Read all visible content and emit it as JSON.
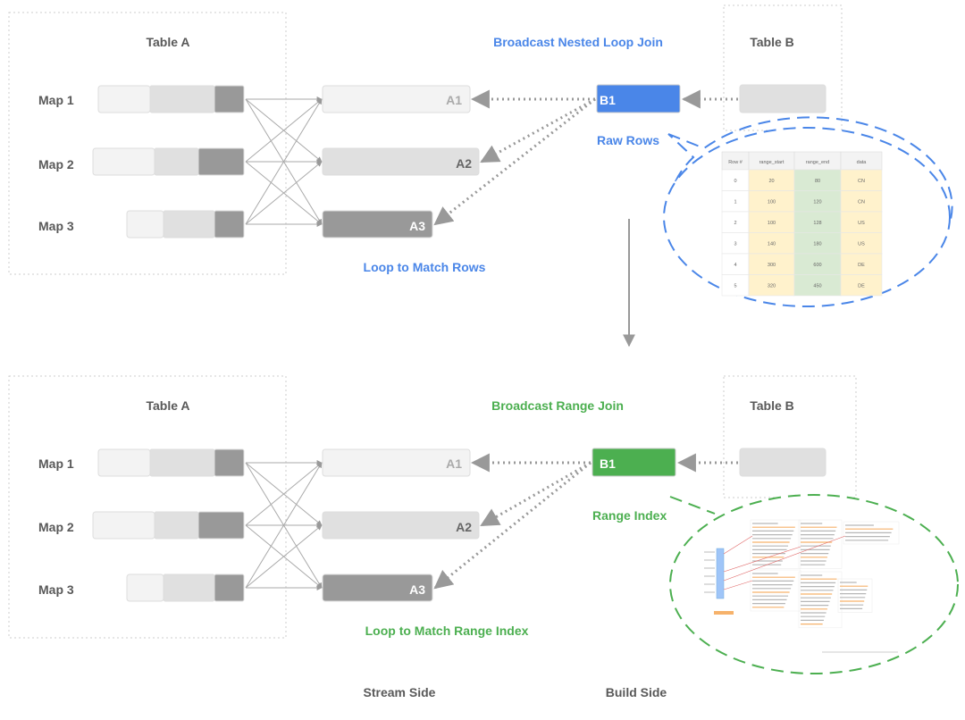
{
  "colors": {
    "blue": "#4a86e8",
    "green": "#4caf50",
    "gray_text": "#595959",
    "light_cell": "#f3f3f3",
    "mid_cell": "#e0e0e0",
    "dark_cell": "#999999",
    "yellow_cell": "#fff2cc",
    "green_cell": "#d9ead3"
  },
  "top": {
    "table_a_title": "Table A",
    "table_b_title": "Table B",
    "join_title": "Broadcast Nested Loop Join",
    "maps": [
      "Map 1",
      "Map 2",
      "Map 3"
    ],
    "partitions": [
      "A1",
      "A2",
      "A3"
    ],
    "broadcast_block": "B1",
    "bubble_label": "Raw Rows",
    "loop_label": "Loop to Match Rows",
    "raw_rows": {
      "headers": [
        "Row #",
        "range_start",
        "range_end",
        "data"
      ],
      "rows": [
        [
          "0",
          "20",
          "80",
          "CN"
        ],
        [
          "1",
          "100",
          "120",
          "CN"
        ],
        [
          "2",
          "100",
          "128",
          "US"
        ],
        [
          "3",
          "140",
          "180",
          "US"
        ],
        [
          "4",
          "300",
          "600",
          "DE"
        ],
        [
          "5",
          "320",
          "450",
          "DE"
        ]
      ]
    }
  },
  "bottom": {
    "table_a_title": "Table A",
    "table_b_title": "Table B",
    "join_title": "Broadcast Range Join",
    "maps": [
      "Map 1",
      "Map 2",
      "Map 3"
    ],
    "partitions": [
      "A1",
      "A2",
      "A3"
    ],
    "broadcast_block": "B1",
    "bubble_label": "Range Index",
    "loop_label": "Loop to Match Range Index"
  },
  "footer": {
    "stream_side": "Stream Side",
    "build_side": "Build Side"
  }
}
